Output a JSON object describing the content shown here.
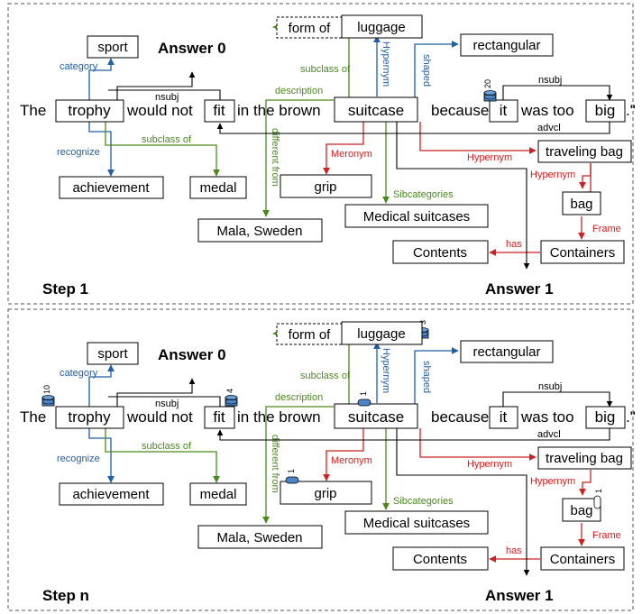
{
  "panels": [
    {
      "id": "step1",
      "step_label": "Step 1",
      "answer0": "Answer 0",
      "answer1": "Answer 1",
      "sentence": {
        "t0": "The",
        "t1": "trophy",
        "t2": "would not",
        "t3": "fit",
        "t4": "in the brown",
        "t5": "suitcase",
        "t6": "because",
        "t7": "it",
        "t8": "was too",
        "t9": "big",
        "t10": ".\""
      },
      "nodes": {
        "sport": "sport",
        "achievement": "achievement",
        "medal": "medal",
        "form_of": "form of",
        "luggage": "luggage",
        "rectangular": "rectangular",
        "grip": "grip",
        "medical": "Medical suitcases",
        "mala": "Mala, Sweden",
        "traveling_bag": "traveling bag",
        "bag": "bag",
        "containers": "Containers",
        "contents": "Contents"
      },
      "relations": {
        "category": "category",
        "recognize": "recognize",
        "subclass_of_medal": "subclass of",
        "nsubj_fit": "nsubj",
        "subclass_of_luggage": "subclass of",
        "description": "description",
        "hypernym_luggage": "Hypernym",
        "shaped": "shaped",
        "different_from": "different from",
        "meronym": "Meronym",
        "sibcategories": "Sibcategories",
        "hypernym_travel": "Hypernym",
        "hypernym_bag": "Hypernym",
        "frame": "Frame",
        "has": "has",
        "nsubj_big": "nsubj",
        "advcl": "advcl"
      },
      "counters": {
        "it": "20"
      }
    },
    {
      "id": "stepn",
      "step_label": "Step n",
      "answer0": "Answer 0",
      "answer1": "Answer 1",
      "sentence": {
        "t0": "The",
        "t1": "trophy",
        "t2": "would not",
        "t3": "fit",
        "t4": "in the brown",
        "t5": "suitcase",
        "t6": "because",
        "t7": "it",
        "t8": "was too",
        "t9": "big",
        "t10": ".\""
      },
      "nodes": {
        "sport": "sport",
        "achievement": "achievement",
        "medal": "medal",
        "form_of": "form of",
        "luggage": "luggage",
        "rectangular": "rectangular",
        "grip": "grip",
        "medical": "Medical suitcases",
        "mala": "Mala, Sweden",
        "traveling_bag": "traveling bag",
        "bag": "bag",
        "containers": "Containers",
        "contents": "Contents"
      },
      "relations": {
        "category": "category",
        "recognize": "recognize",
        "subclass_of_medal": "subclass of",
        "nsubj_fit": "nsubj",
        "subclass_of_luggage": "subclass of",
        "description": "description",
        "hypernym_luggage": "Hypernym",
        "shaped": "shaped",
        "different_from": "different from",
        "meronym": "Meronym",
        "sibcategories": "Sibcategories",
        "hypernym_travel": "Hypernym",
        "hypernym_bag": "Hypernym",
        "frame": "Frame",
        "has": "has",
        "nsubj_big": "nsubj",
        "advcl": "advcl"
      },
      "counters": {
        "trophy": "10",
        "fit": "4",
        "luggage": "3",
        "suitcase": "1",
        "grip": "1",
        "bag": "1"
      }
    }
  ],
  "colors": {
    "blue": "#1f5fa8",
    "green": "#4a8a1c",
    "red": "#cc2222",
    "black": "#000000",
    "border": "#555555",
    "db_fill": "#4a86c8"
  }
}
